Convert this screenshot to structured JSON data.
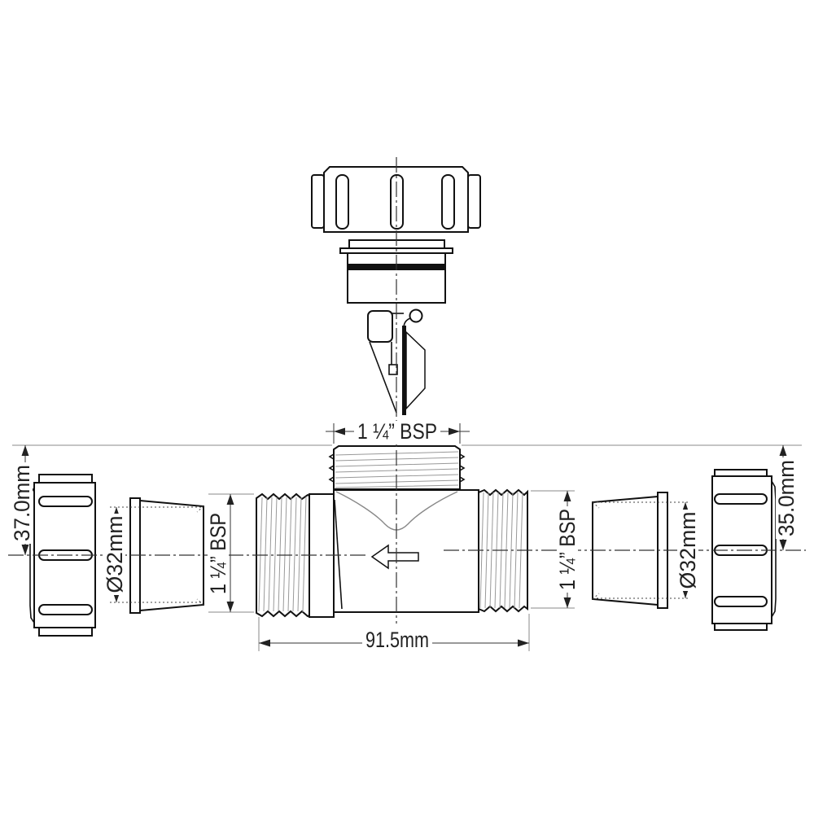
{
  "drawing": {
    "background_color": "#ffffff",
    "outline_color": "#111111",
    "thread_color": "#999999",
    "dimension_color": "#333333",
    "dimensions": {
      "top_thread": "1 ¼” BSP",
      "left_height": "37.0mm",
      "left_diameter": "Ø32mm",
      "left_thread": "1 ¼” BSP",
      "body_length": "91.5mm",
      "right_thread": "1 ¼” BSP",
      "right_diameter": "Ø32mm",
      "right_height": "35.0mm"
    }
  }
}
